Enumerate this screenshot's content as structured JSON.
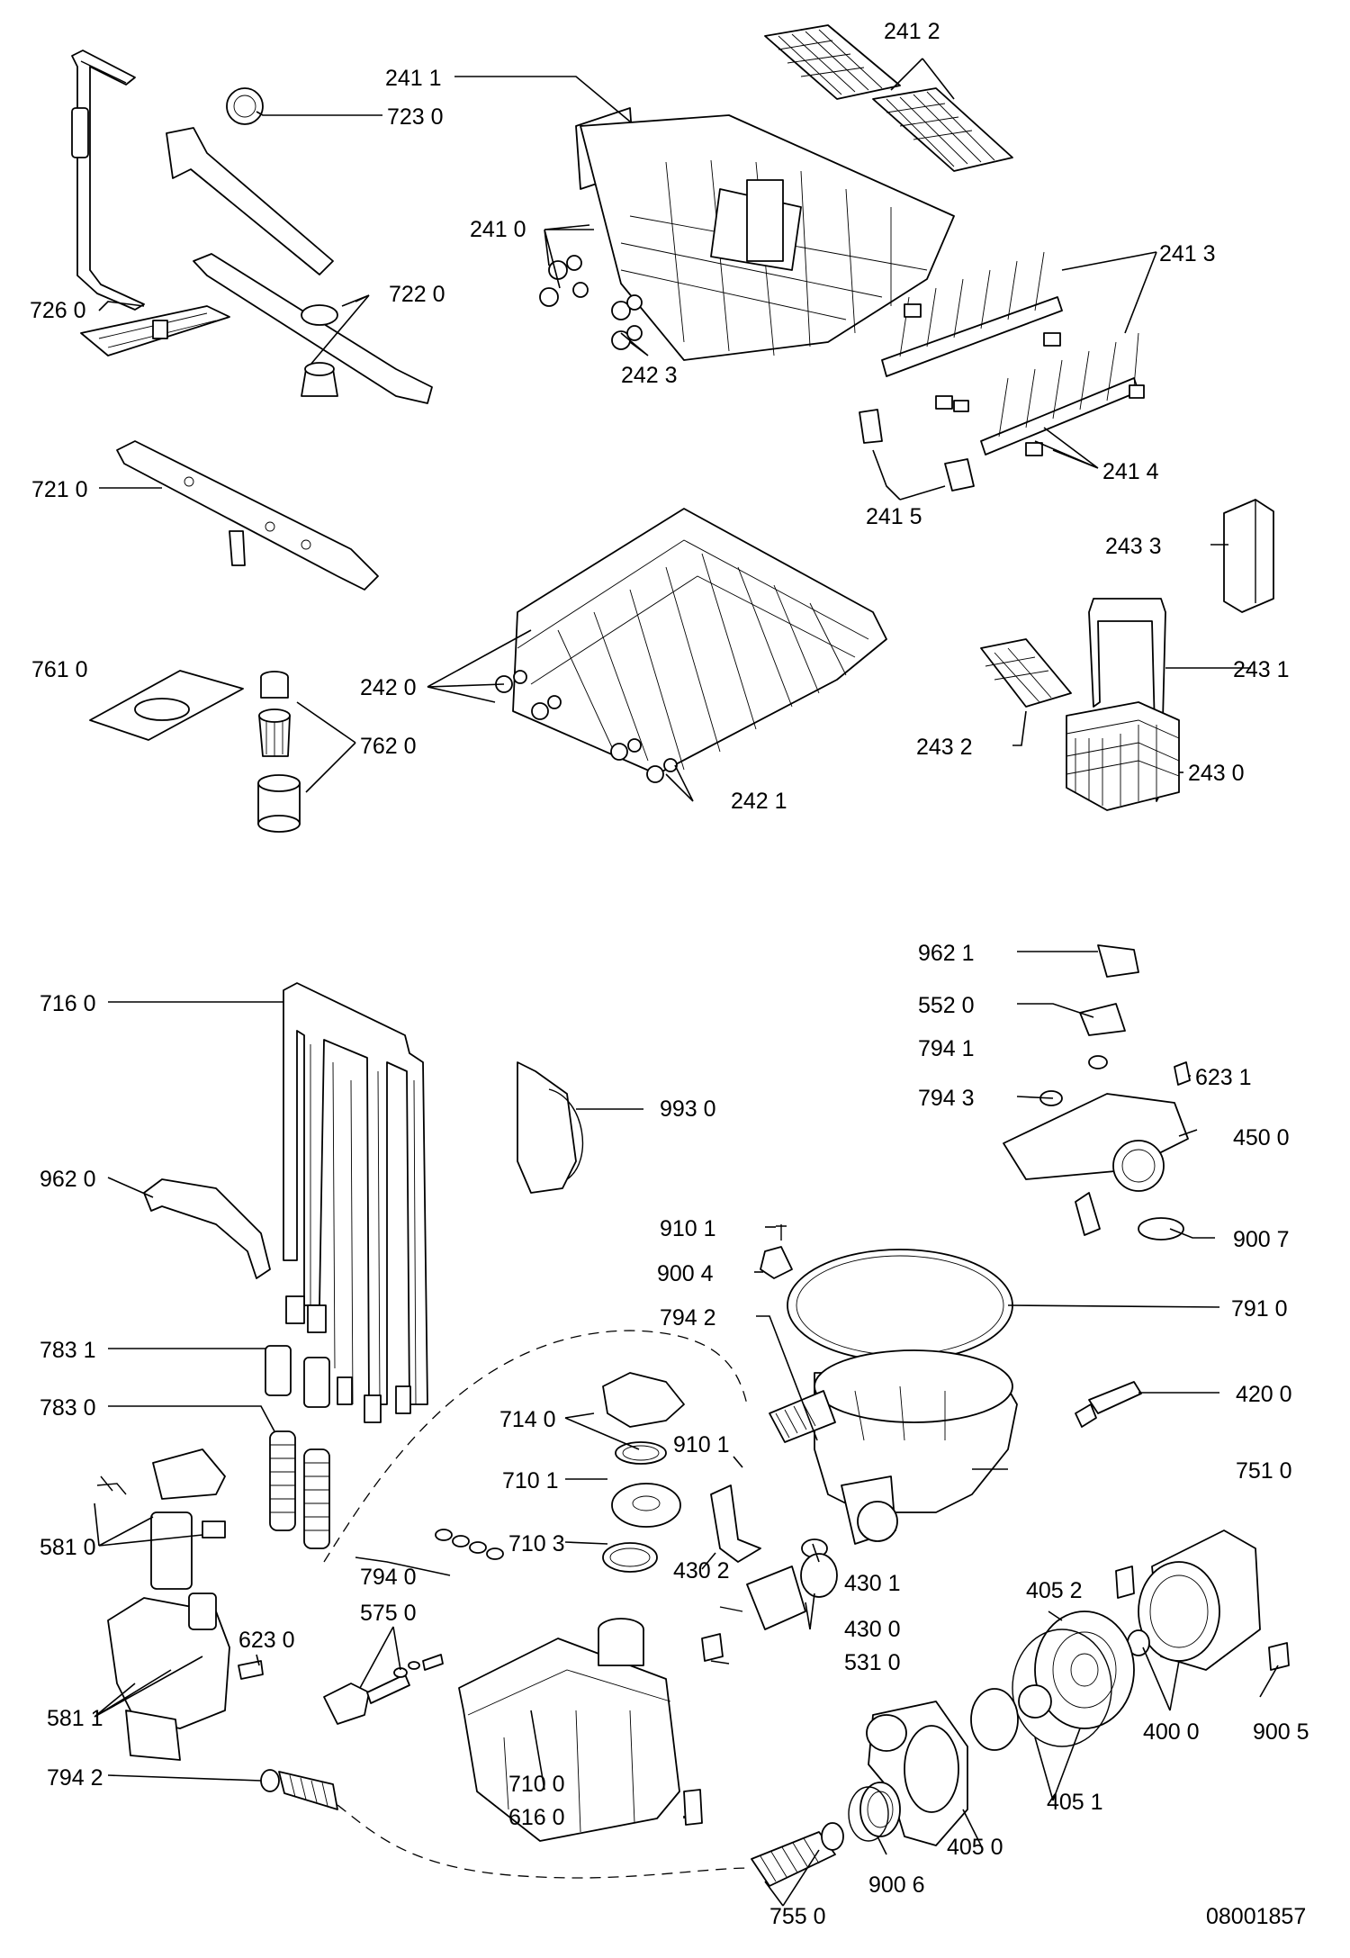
{
  "labels": {
    "l2411": "241 1",
    "l2412": "241 2",
    "l7230": "723 0",
    "l2410": "241 0",
    "l2413": "241 3",
    "l7260": "726 0",
    "l7220": "722 0",
    "l2423": "242 3",
    "l2414": "241 4",
    "l7210": "721 0",
    "l2415": "241 5",
    "l2433": "243 3",
    "l7610": "761 0",
    "l2420": "242 0",
    "l2431": "243 1",
    "l7620": "762 0",
    "l2432": "243 2",
    "l2430": "243 0",
    "l2421": "242 1",
    "l9621": "962 1",
    "l7160": "716 0",
    "l5520": "552 0",
    "l7941": "794 1",
    "l6231": "623 1",
    "l7943": "794 3",
    "l9930": "993 0",
    "l4500": "450 0",
    "l9620": "962 0",
    "l9101a": "910 1",
    "l9007": "900 7",
    "l9004": "900 4",
    "l7942a": "794 2",
    "l7910": "791 0",
    "l7831": "783 1",
    "l4200": "420 0",
    "l7830": "783 0",
    "l7140": "714 0",
    "l9101b": "910 1",
    "l7510": "751 0",
    "l7101": "710 1",
    "l5810": "581 0",
    "l7103": "710 3",
    "l4302": "430 2",
    "l4301": "430 1",
    "l7940": "794 0",
    "l5750": "575 0",
    "l4052": "405 2",
    "l4300": "430 0",
    "l6230": "623 0",
    "l5310": "531 0",
    "l5811": "581 1",
    "l4000": "400 0",
    "l9005": "900 5",
    "l7942b": "794 2",
    "l7100": "710 0",
    "l4051": "405 1",
    "l6160": "616 0",
    "l4050": "405 0",
    "l9006": "900 6",
    "l7550": "755 0"
  },
  "drawing_number": "08001857"
}
